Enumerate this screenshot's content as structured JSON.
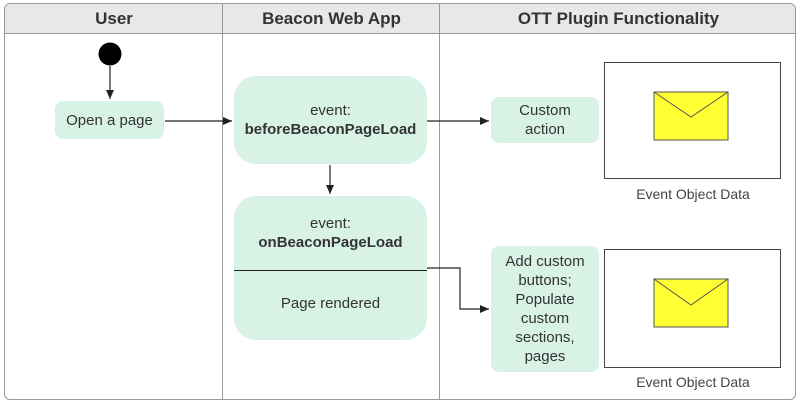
{
  "lanes": {
    "user": "User",
    "app": "Beacon Web App",
    "plugin": "OTT Plugin Functionality"
  },
  "nodes": {
    "open_page": "Open a page",
    "before_event_prefix": "event:",
    "before_event_name": "beforeBeaconPageLoad",
    "on_event_prefix": "event:",
    "on_event_name": "onBeaconPageLoad",
    "page_rendered": "Page rendered",
    "custom_action_line1": "Custom",
    "custom_action_line2": "action",
    "add_custom": [
      "Add custom",
      "buttons;",
      "Populate",
      "custom",
      "sections,",
      "pages"
    ]
  },
  "captions": {
    "event_object_1": "Event Object Data",
    "event_object_2": "Event Object Data"
  },
  "colors": {
    "node_fill": "#d9f2e6",
    "envelope_fill": "#ffff33",
    "header_fill": "#e8e8e8"
  },
  "icons": {
    "envelope_1": "envelope-icon",
    "envelope_2": "envelope-icon",
    "start": "start-node-icon"
  }
}
